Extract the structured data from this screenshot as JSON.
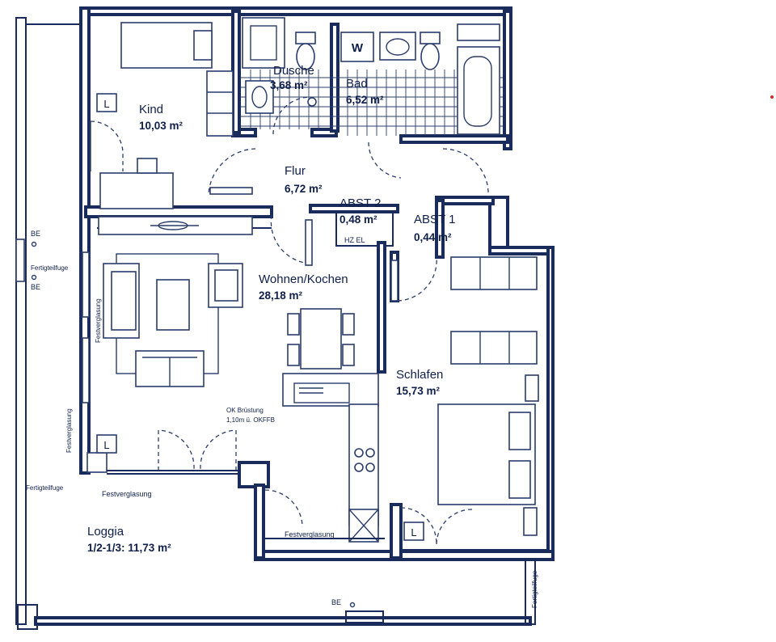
{
  "rooms": {
    "kind": {
      "name": "Kind",
      "area": "10,03 m²"
    },
    "dusche": {
      "name": "Dusche",
      "area": "3,68 m²"
    },
    "bad": {
      "name": "Bad",
      "area": "6,52 m²"
    },
    "flur": {
      "name": "Flur",
      "area": "6,72 m²"
    },
    "abst2": {
      "name": "ABST 2",
      "area": "0,48 m²",
      "note": "HZ EL"
    },
    "abst1": {
      "name": "ABST 1",
      "area": "0,44 m²"
    },
    "wohnen": {
      "name": "Wohnen/Kochen",
      "area": "28,18 m²"
    },
    "schlafen": {
      "name": "Schlafen",
      "area": "15,73 m²"
    },
    "loggia": {
      "name": "Loggia",
      "area": "1/2-1/3: 11,73 m²"
    }
  },
  "annotations": {
    "washer": "W",
    "be_top": "BE",
    "be_mid": "BE",
    "be_bottom": "BE",
    "fertigteilfuge_left": "Fertigteilfuge",
    "fertigteilfuge_left_low": "Fertigteilfuge",
    "fertigteilfuge_right": "Fertigteilfuge",
    "festverglasung_left": "Festverglasung",
    "festverglasung_inner": "Festverglasung",
    "festverglasung_loggia": "Festverglasung",
    "festverglasung_kitchen": "Festverglasung",
    "ok_bruestung_1": "OK Brüstung",
    "ok_bruestung_2": "1,10m ü. OKFFB",
    "ventilation_mark": "L"
  },
  "colors": {
    "ink": "#1a2c5c",
    "background": "#ffffff",
    "red_dot": "#d42a2a"
  }
}
